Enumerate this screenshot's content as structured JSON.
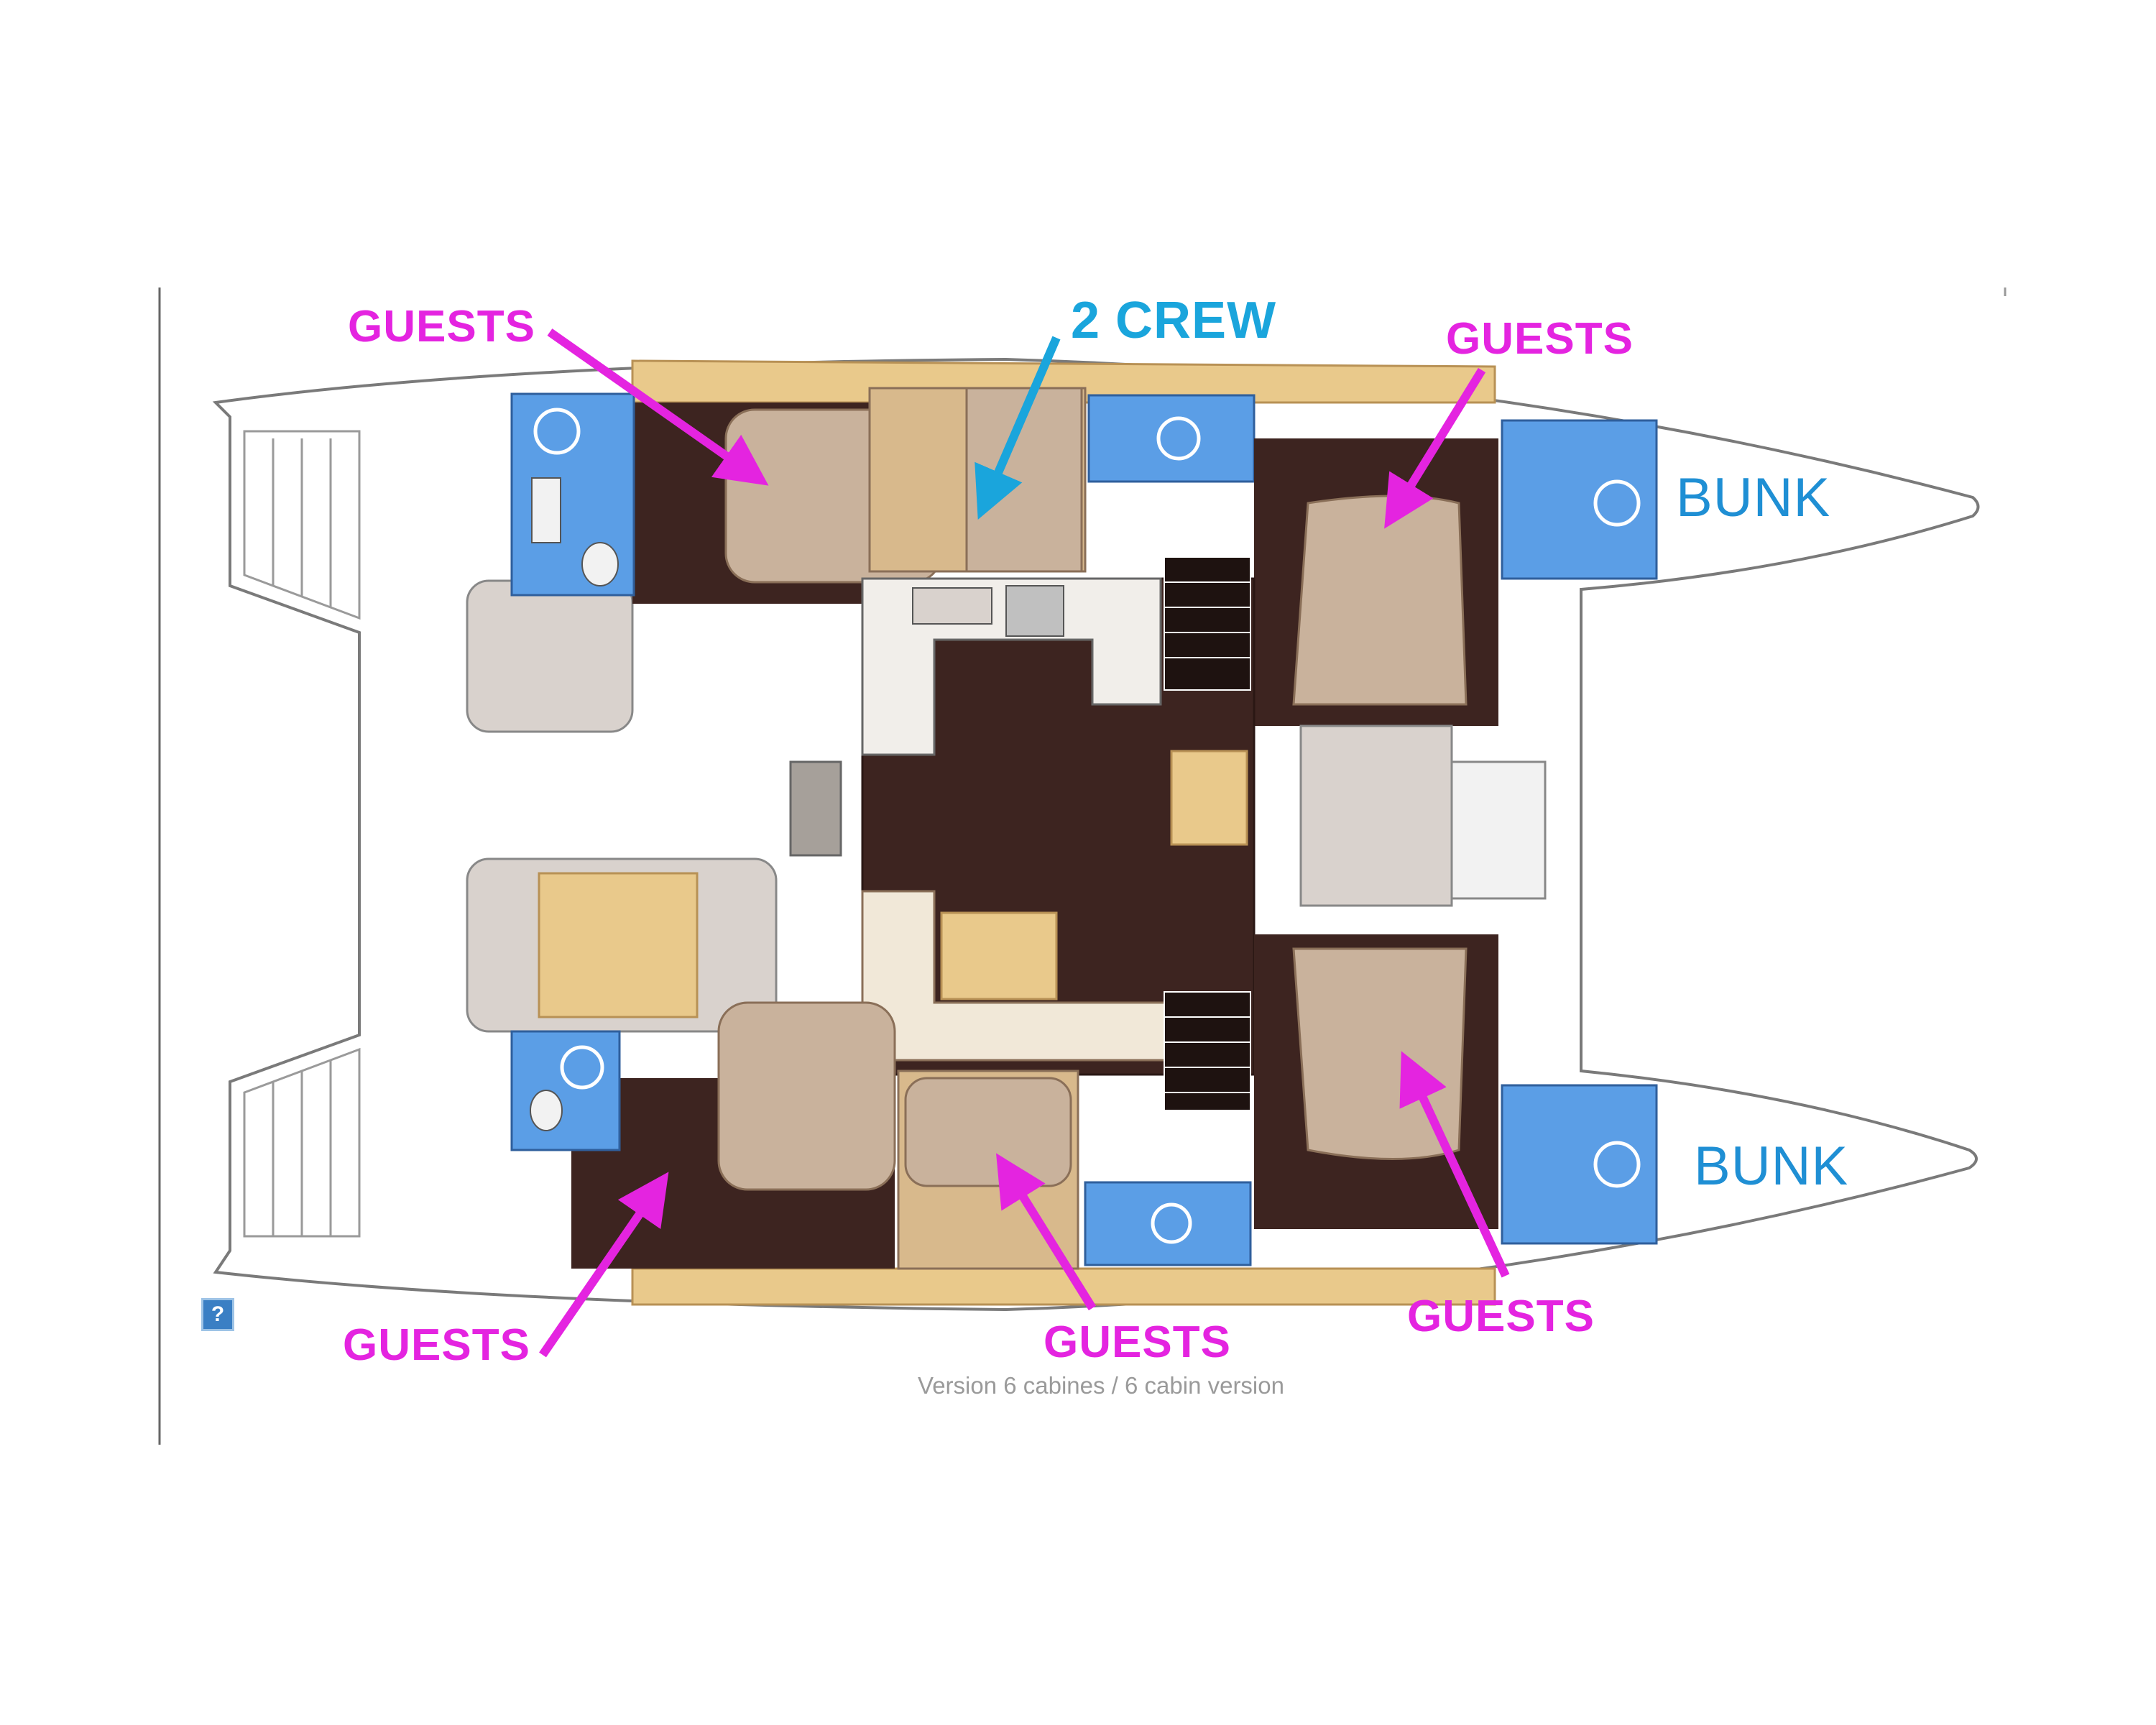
{
  "labels": {
    "guests_top_left": "GUESTS",
    "crew": "2 CREW",
    "guests_top_right": "GUESTS",
    "bunk_top": "BUNK",
    "bunk_bottom": "BUNK",
    "guests_bottom_left": "GUESTS",
    "guests_bottom_center": "GUESTS",
    "guests_bottom_right": "GUESTS"
  },
  "caption": "Version 6 cabines / 6 cabin version",
  "help_icon": {
    "icon": "help-icon",
    "glyph": "?"
  },
  "colors": {
    "guests": "#e424e0",
    "crew": "#1aa5dc",
    "bunk": "#1f8fd4",
    "wood": "#e9c98b",
    "floor": "#3d2420",
    "bed": "#c9b29c",
    "bathroom": "#5b9ee6"
  }
}
